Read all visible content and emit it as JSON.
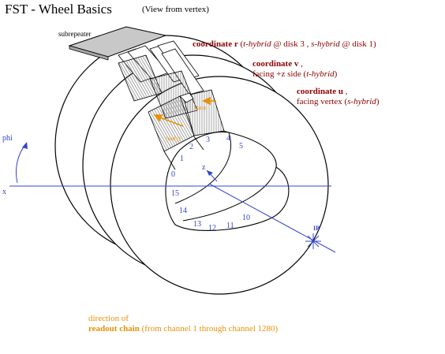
{
  "title": "FST - Wheel Basics",
  "view_note": "(View from vertex)",
  "subrepeater_label": "subrepeater",
  "coordinate_r": {
    "name": "coordinate r",
    "detail_prefix": "(",
    "t_hybrid": "t-hybrid",
    "at_disk3": " @ disk 3 , ",
    "s_hybrid": "s-hybrid",
    "at_disk1": " @ disk 1)"
  },
  "coordinate_v": {
    "name": "coordinate v",
    "comma": " ,",
    "line2_prefix": "facing +z side (",
    "t_hybrid": "t-hybrid",
    "line2_suffix": ")"
  },
  "coordinate_u": {
    "name": "coordinate u",
    "comma": " ,",
    "line2_prefix": "facing vertex (",
    "s_hybrid": "s-hybrid",
    "line2_suffix": ")"
  },
  "axes": {
    "phi": "phi",
    "x": "x",
    "z": "z"
  },
  "ip_label": "IP",
  "late_label": "(late)",
  "early_label": "(early)",
  "strip_numbers": [
    "0",
    "1",
    "2",
    "3",
    "4",
    "5",
    "10",
    "11",
    "12",
    "13",
    "14",
    "15"
  ],
  "readout": {
    "line1": "direction of",
    "bold": "readout chain",
    "rest": " (from channel 1 through channel 1280)"
  },
  "colors": {
    "dark_red": "#8b0000",
    "blue": "#3344cc",
    "orange": "#e8900a",
    "gray": "#c8c8c8"
  }
}
